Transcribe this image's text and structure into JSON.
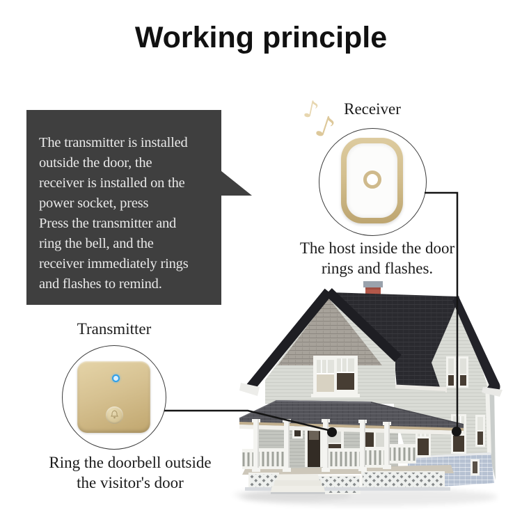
{
  "title": "Working principle",
  "speech_bubble": {
    "lines": [
      "The transmitter is installed",
      "outside the door, the",
      "receiver is installed on the",
      "power socket, press",
      "Press the transmitter and",
      "ring the bell, and the",
      "receiver immediately rings",
      "and flashes to remind."
    ]
  },
  "receiver": {
    "label": "Receiver",
    "caption": [
      "The host inside the door",
      "rings and flashes."
    ]
  },
  "transmitter": {
    "label": "Transmitter",
    "caption": [
      "Ring the doorbell outside",
      "the visitor's door"
    ]
  },
  "icons": {
    "music_note_glyph": "♪",
    "music_notes": "two beige music notes",
    "receiver_device": "plug-in doorbell receiver with gold frame and round button",
    "transmitter_device": "gold doorbell push button with blue LED and bell key",
    "house": "two-story model house with porch, dark shingle roofs and gray siding"
  },
  "colors": {
    "bubble_bg": "#3f3f3f",
    "bubble_text": "#e9e9e9",
    "gold": "#cdb483",
    "gold_dark": "#c0a66e",
    "led_blue": "#2f9fe8",
    "note_beige": "#e4d2a9",
    "roof_dark": "#2a2a2f",
    "siding_light": "#d9dbd5",
    "foundation_blue": "#b6c1d2",
    "connector_line": "#141414"
  }
}
